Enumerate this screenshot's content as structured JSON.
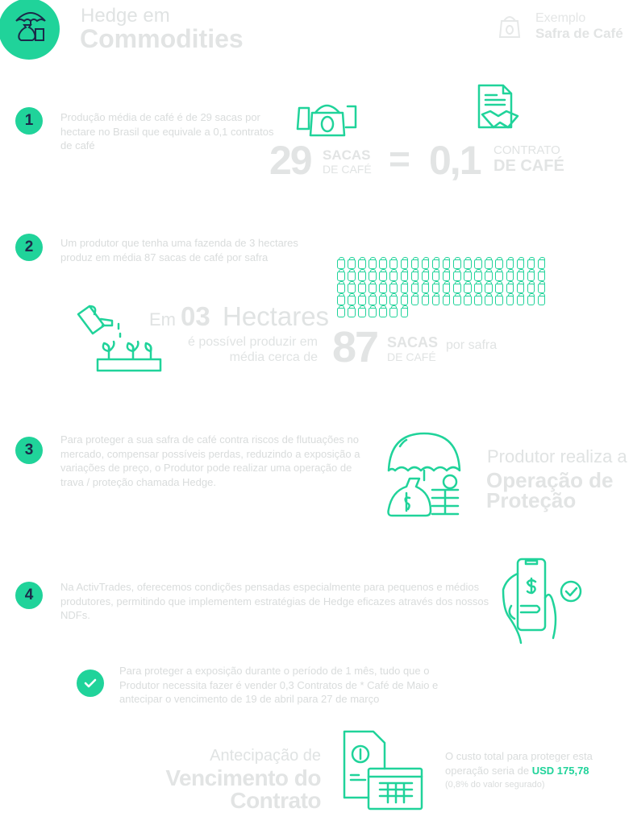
{
  "header": {
    "title_light": "Hedge em",
    "title_bold": "Commodities",
    "example_light": "Exemplo",
    "example_bold": "Safra de Café"
  },
  "step1": {
    "number": "1",
    "text": "Produção média de café é de 29 sacas por hectare no Brasil que equivale a 0,1 contratos de café",
    "value_left": "29",
    "unit_left_top": "SACAS",
    "unit_left_bottom": "DE CAFÉ",
    "equals": "=",
    "value_right": "0,1",
    "unit_right_top": "CONTRATO",
    "unit_right_bottom": "DE CAFÉ"
  },
  "step2": {
    "number": "2",
    "text": "Um produtor que tenha uma fazenda de 3 hectares produz em média 87 sacas de café por safra",
    "em": "Em",
    "hectares_value": "03",
    "hectares_label": "Hectares",
    "line2": "é possível produzir em",
    "line3": "média cerca de",
    "value": "87",
    "unit_top": "SACAS",
    "unit_bottom": "DE CAFÉ",
    "per": "por safra",
    "bag_count": 87
  },
  "step3": {
    "number": "3",
    "text": "Para proteger a sua safra de café contra riscos de flutuações no mercado, compensar possíveis perdas, reduzindo a exposição a variações de preço, o Produtor pode realizar uma operação de trava / proteção chamada Hedge.",
    "title_light": "Produtor realiza a",
    "title_bold1": "Operação de",
    "title_bold2": "Proteção"
  },
  "step4": {
    "number": "4",
    "text": "Na ActivTrades, oferecemos condições pensadas especialmente para pequenos e médios produtores, permitindo que implementem estratégias de Hedge eficazes através dos nossos NDFs."
  },
  "check": {
    "text": "Para proteger a exposição durante o período de 1 mês, tudo que o Produtor necessita fazer é vender 0,3 Contratos de * Café de Maio e antecipar o vencimento de 19 de abril para 27 de março"
  },
  "footer": {
    "title_light": "Antecipação de",
    "title_bold1": "Vencimento do",
    "title_bold2": "Contrato",
    "cost_text": "O custo total para proteger esta operação seria de",
    "cost_value": "USD 175,78",
    "cost_note": "(0,8% do valor segurado)"
  },
  "colors": {
    "accent": "#20d39a",
    "navy": "#1b2a4a",
    "text": "#d9dcdc"
  }
}
